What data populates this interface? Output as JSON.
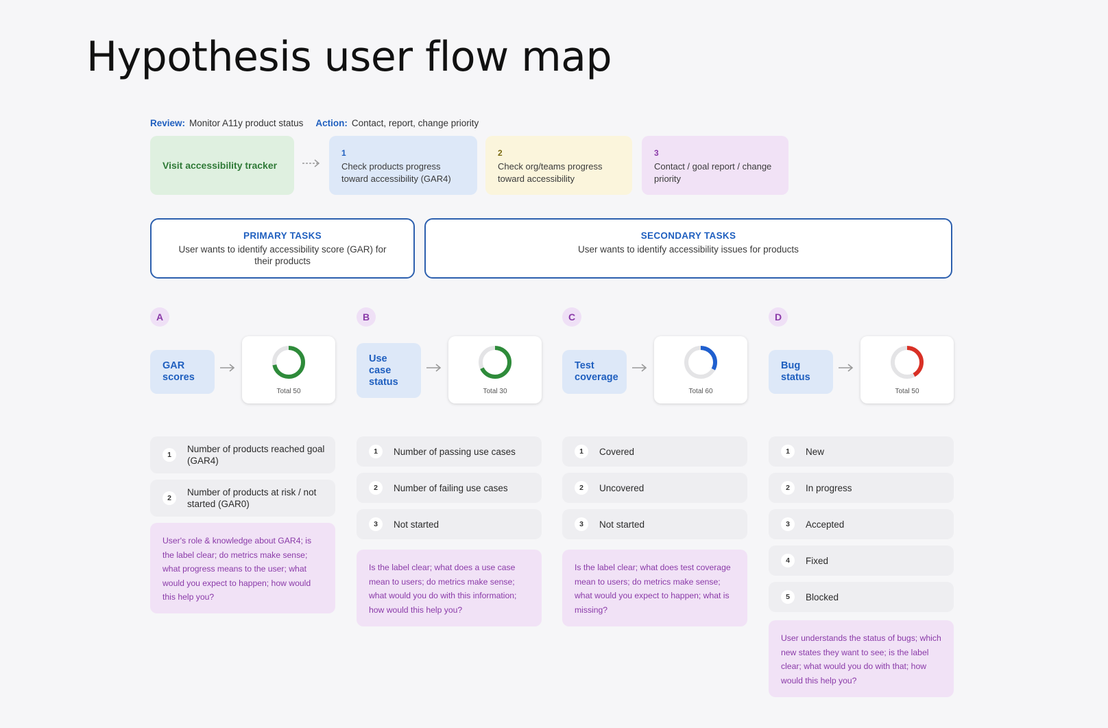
{
  "title": "Hypothesis user flow map",
  "review": {
    "label": "Review:",
    "text": "Monitor A11y product status"
  },
  "action": {
    "label": "Action:",
    "text": "Contact, report, change priority"
  },
  "flow": {
    "start": "Visit accessibility tracker",
    "steps": [
      {
        "num": "1",
        "text": "Check products progress toward accessibility (GAR4)"
      },
      {
        "num": "2",
        "text": "Check org/teams progress toward accessibility"
      },
      {
        "num": "3",
        "text": "Contact / goal report / change priority"
      }
    ]
  },
  "primary_tasks": {
    "title": "PRIMARY TASKS",
    "desc": "User wants to identify accessibility score (GAR) for their products"
  },
  "secondary_tasks": {
    "title": "SECONDARY TASKS",
    "desc": "User wants to identify accessibility issues for products"
  },
  "columns": [
    {
      "letter": "A",
      "label": "GAR scores",
      "total": "Total 50",
      "donut": {
        "fraction": 0.72,
        "color": "#2e8b3a"
      },
      "items": [
        {
          "num": "1",
          "text": "Number of products reached goal (GAR4)"
        },
        {
          "num": "2",
          "text": "Number of products at risk / not started (GAR0)"
        }
      ],
      "note": "User's role & knowledge about GAR4; is the label clear; do metrics make sense; what progress means to the user; what would you expect to happen; how would this help you?"
    },
    {
      "letter": "B",
      "label": "Use case status",
      "total": "Total 30",
      "donut": {
        "fraction": 0.68,
        "color": "#2e8b3a"
      },
      "items": [
        {
          "num": "1",
          "text": "Number of passing use cases"
        },
        {
          "num": "2",
          "text": "Number of failing use cases"
        },
        {
          "num": "3",
          "text": "Not started"
        }
      ],
      "note": "Is the label clear; what does a use case mean to users; do metrics make sense; what would you do with this information; how would this help you?"
    },
    {
      "letter": "C",
      "label": "Test coverage",
      "total": "Total 60",
      "donut": {
        "fraction": 0.33,
        "color": "#1f5fcf"
      },
      "items": [
        {
          "num": "1",
          "text": "Covered"
        },
        {
          "num": "2",
          "text": "Uncovered"
        },
        {
          "num": "3",
          "text": "Not started"
        }
      ],
      "note": "Is the label clear; what does test coverage mean to users; do metrics make sense; what would you expect to happen; what is missing?"
    },
    {
      "letter": "D",
      "label": "Bug status",
      "total": "Total 50",
      "donut": {
        "fraction": 0.42,
        "color": "#d93025"
      },
      "items": [
        {
          "num": "1",
          "text": "New"
        },
        {
          "num": "2",
          "text": "In progress"
        },
        {
          "num": "3",
          "text": "Accepted"
        },
        {
          "num": "4",
          "text": "Fixed"
        },
        {
          "num": "5",
          "text": "Blocked"
        }
      ],
      "note": "User understands the status of bugs; which new states they want to see; is the label clear; what would you do with that; how would this help you?"
    }
  ]
}
